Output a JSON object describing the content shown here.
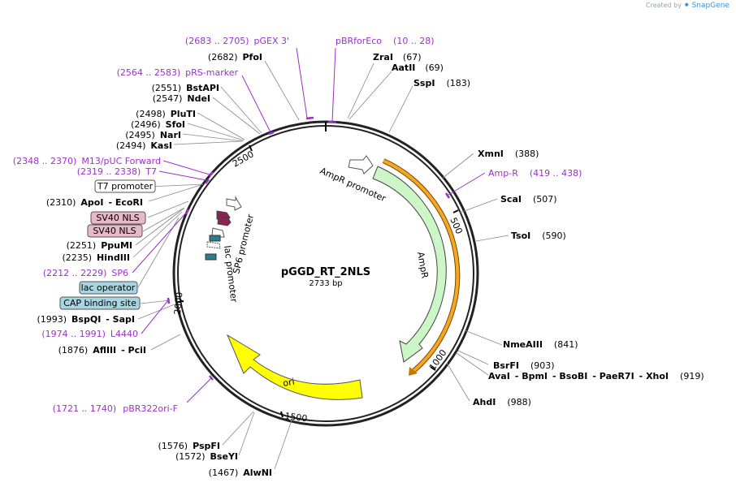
{
  "credit": {
    "prefix": "Created by",
    "brand": "SnapGene"
  },
  "plasmid": {
    "name": "pGGD_RT_2NLS",
    "size": "2733 bp"
  },
  "ticks": [
    "500",
    "1000",
    "1500",
    "2000",
    "2500"
  ],
  "restriction_sites": [
    {
      "pos": "(2682)",
      "name": "PfoI"
    },
    {
      "name": "ZraI",
      "pos": "(67)"
    },
    {
      "name": "AatII",
      "pos": "(69)"
    },
    {
      "name": "SspI",
      "pos": "(183)"
    },
    {
      "pos": "(2551)",
      "name": "BstAPI"
    },
    {
      "pos": "(2547)",
      "name": "NdeI"
    },
    {
      "pos": "(2498)",
      "name": "PluTI"
    },
    {
      "pos": "(2496)",
      "name": "SfoI"
    },
    {
      "pos": "(2495)",
      "name": "NarI"
    },
    {
      "pos": "(2494)",
      "name": "KasI"
    },
    {
      "name": "XmnI",
      "pos": "(388)"
    },
    {
      "name": "ScaI",
      "pos": "(507)"
    },
    {
      "name": "TsoI",
      "pos": "(590)"
    },
    {
      "pos": "(2310)",
      "name": "ApoI",
      "name2": "- EcoRI"
    },
    {
      "pos": "(2251)",
      "name": "PpuMI"
    },
    {
      "pos": "(2235)",
      "name": "HindIII"
    },
    {
      "pos": "(1993)",
      "name": "BspQI",
      "name2": "- SapI"
    },
    {
      "pos": "(1876)",
      "name": "AflIII",
      "name2": "- PciI"
    },
    {
      "name": "NmeAIII",
      "pos": "(841)"
    },
    {
      "name": "BsrFI",
      "pos": "(903)"
    },
    {
      "name": "AvaI",
      "name2": "- BpmI",
      "name3": "- BsoBI",
      "name4": "- PaeR7I",
      "name5": "- XhoI",
      "pos": "(919)"
    },
    {
      "name": "AhdI",
      "pos": "(988)"
    },
    {
      "pos": "(1576)",
      "name": "PspFI"
    },
    {
      "pos": "(1572)",
      "name": "BseYI"
    },
    {
      "pos": "(1467)",
      "name": "AlwNI"
    }
  ],
  "primers": [
    {
      "range": "(2683 .. 2705)",
      "name": "pGEX 3'"
    },
    {
      "name": "pBRforEco",
      "range": "(10 .. 28)"
    },
    {
      "range": "(2564 .. 2583)",
      "name": "pRS-marker"
    },
    {
      "range": "(2348 .. 2370)",
      "name": "M13/pUC Forward"
    },
    {
      "range": "(2319 .. 2338)",
      "name": "T7"
    },
    {
      "range": "(2212 .. 2229)",
      "name": "SP6"
    },
    {
      "range": "(1974 .. 1991)",
      "name": "L4440"
    },
    {
      "name": "Amp-R",
      "range": "(419 .. 438)"
    },
    {
      "range": "(1721 .. 1740)",
      "name": "pBR322ori-F"
    }
  ],
  "feature_boxes": [
    {
      "label": "T7 promoter",
      "color": "#ffffff"
    },
    {
      "label": "SV40 NLS",
      "color": "#e6b8c8"
    },
    {
      "label": "SV40 NLS",
      "color": "#e6b8c8"
    },
    {
      "label": "lac operator",
      "color": "#a8d5e2"
    },
    {
      "label": "CAP binding site",
      "color": "#a8d5e2"
    }
  ],
  "feature_labels": {
    "ampr_promoter": "AmpR promoter",
    "ampr": "AmpR",
    "ori": "ori",
    "sp6_promoter": "SP6 promoter",
    "lac_promoter": "lac promoter"
  },
  "colors": {
    "ampr": "#ccf5c8",
    "ori": "#ffff00",
    "primer": "#9b30c9",
    "nls": "#8b2252",
    "lac": "#2e7d8c",
    "primer_track": "#f5a623"
  }
}
